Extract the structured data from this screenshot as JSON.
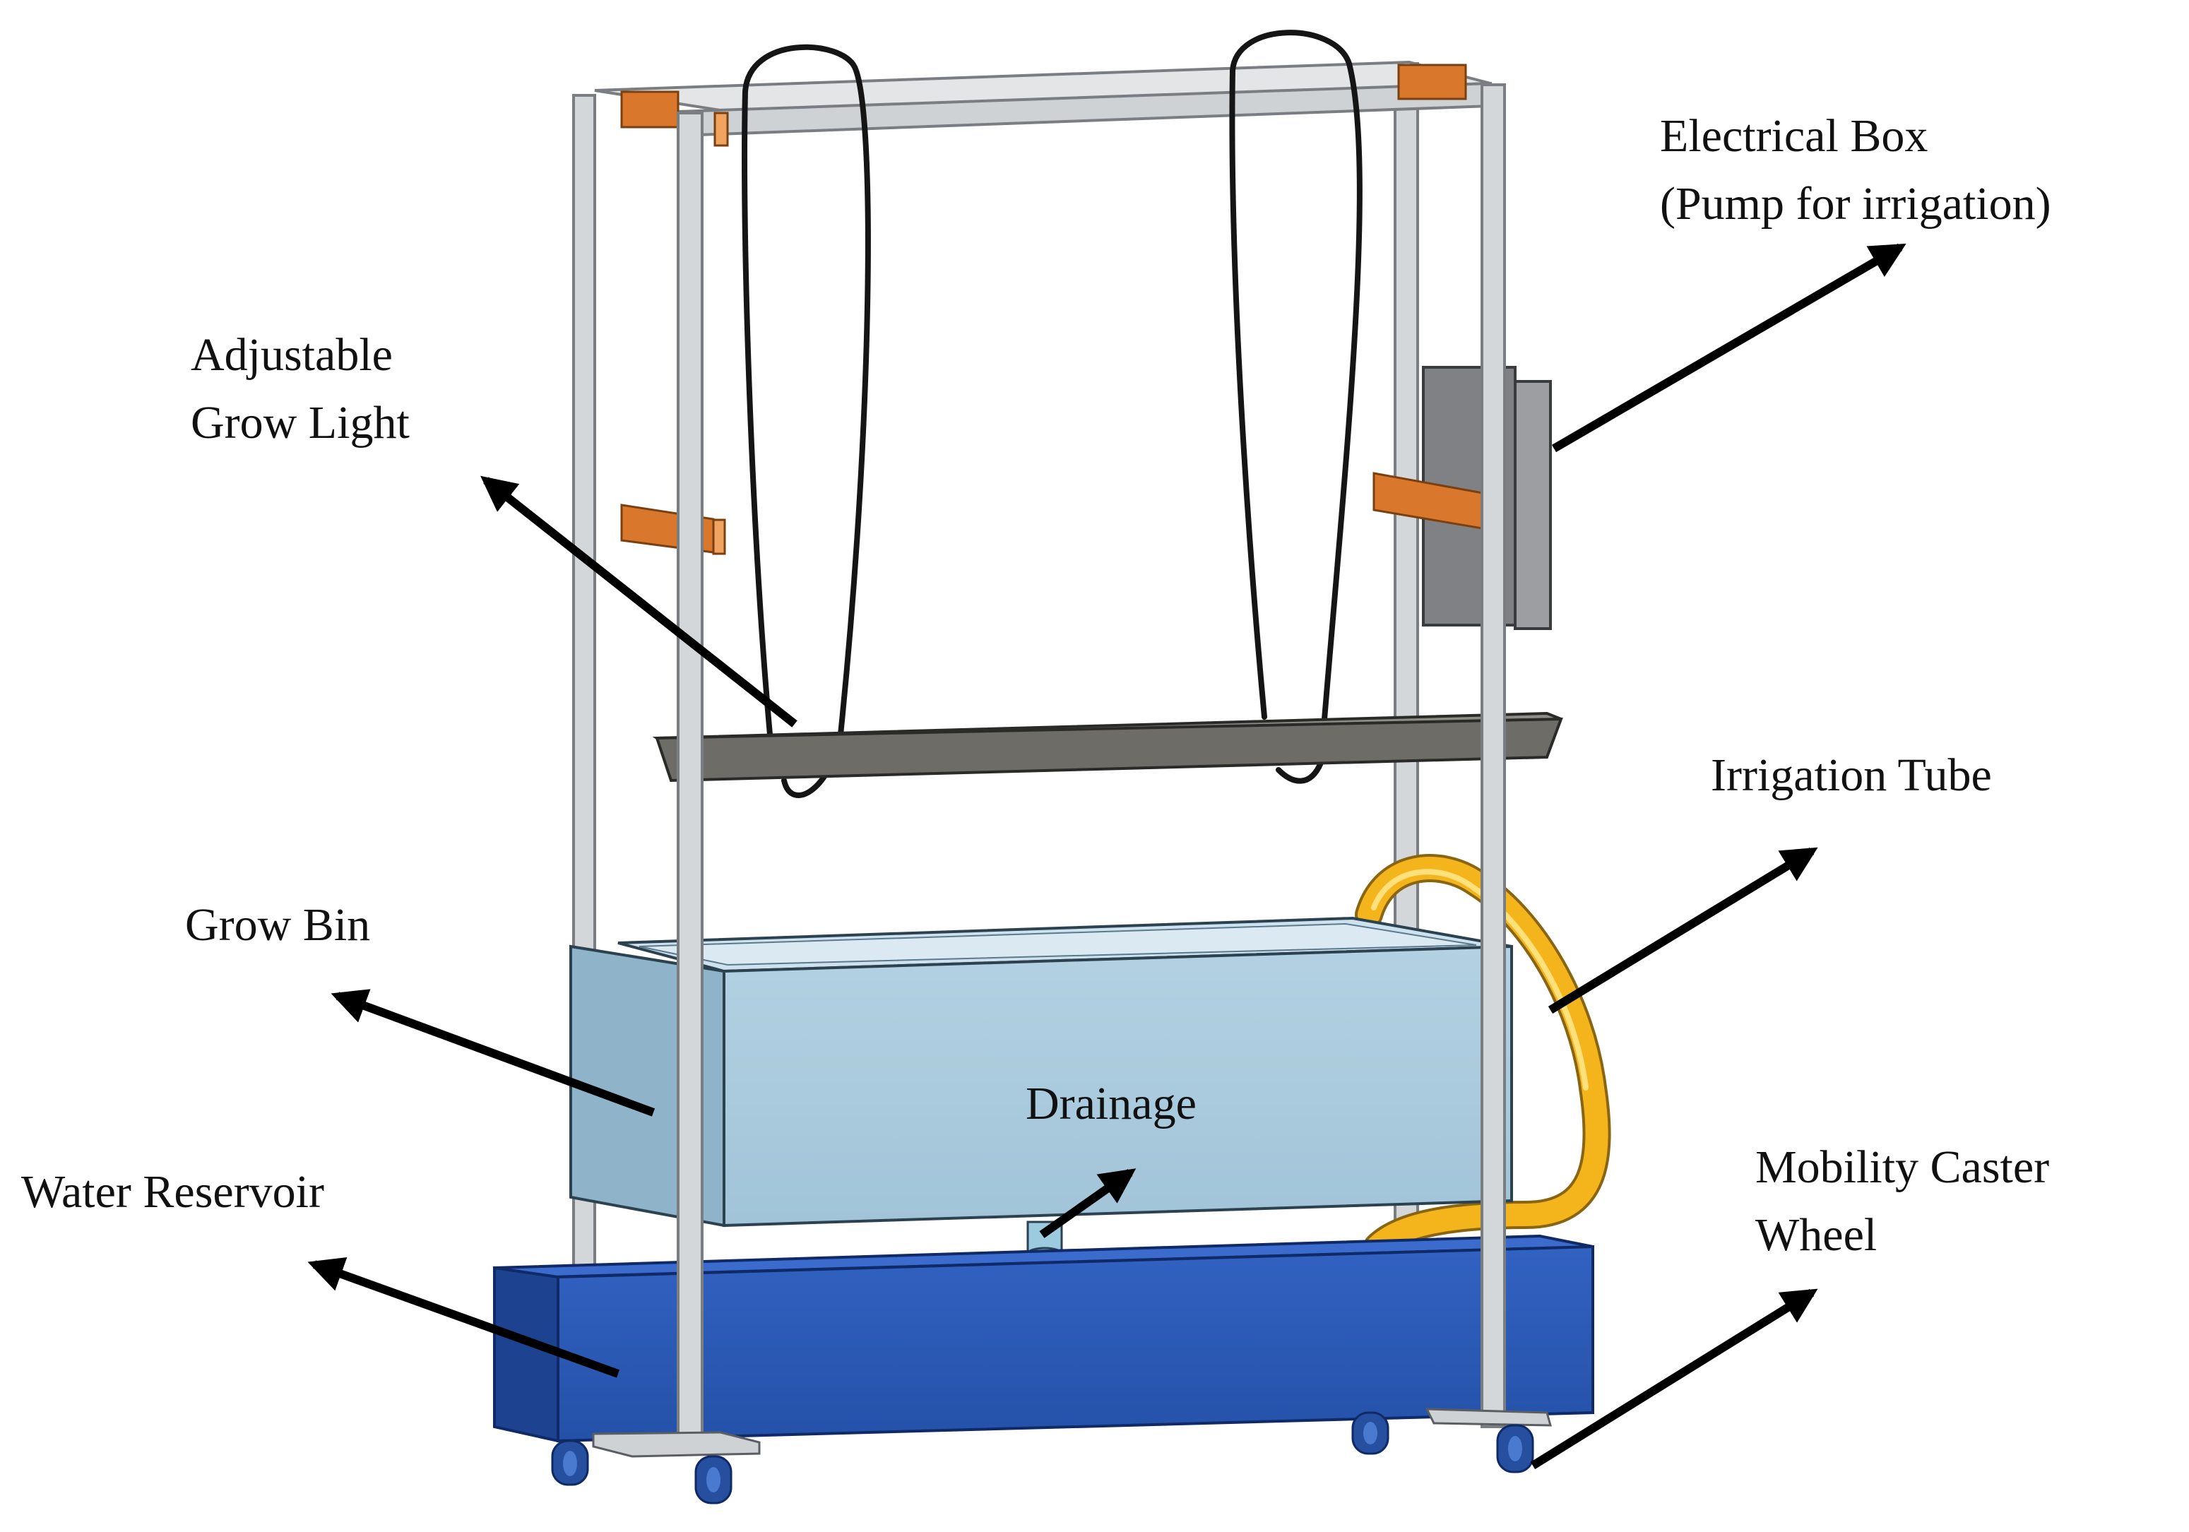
{
  "figure": {
    "colors": {
      "frame": "#d4d7da",
      "frame_edge": "#7a7e83",
      "bracket": "#d9782c",
      "bracket_light": "#f0a45f",
      "grow_light_tray": "#6d6c67",
      "cord": "#151515",
      "grow_bin_front": "#a9c9dc",
      "grow_bin_top": "#cde2ee",
      "reservoir_front": "#2a58b4",
      "reservoir_side": "#1d4390",
      "tube": "#f4b51c",
      "electrical_box": "#8b8d90",
      "wheel": "#264fa0",
      "arrow": "#000000"
    },
    "labels": {
      "electrical_box": "Electrical Box\n(Pump for irrigation)",
      "grow_light": "Adjustable\nGrow Light",
      "irrigation_tube": "Irrigation Tube",
      "grow_bin": "Grow Bin",
      "drainage": "Drainage",
      "water_reservoir": "Water Reservoir",
      "caster_wheel": "Mobility Caster\nWheel"
    }
  }
}
